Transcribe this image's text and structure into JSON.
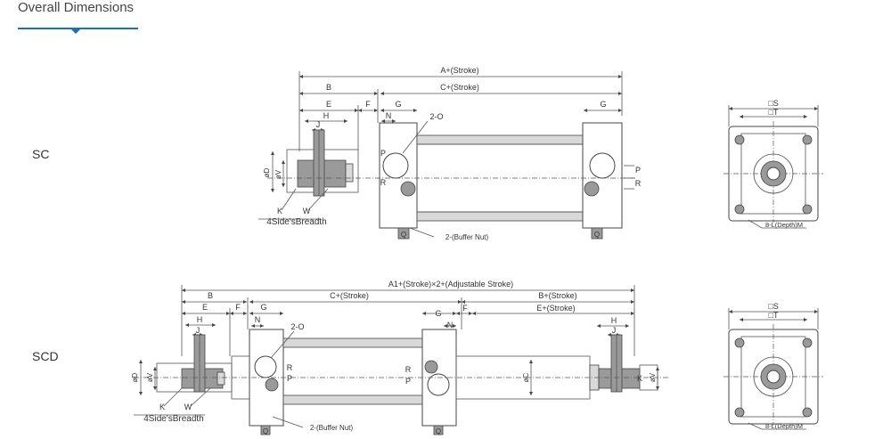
{
  "section": {
    "title": "Overall Dimensions"
  },
  "colors": {
    "accent": "#1f6fb5",
    "drawing_gray": "#9a9a9a"
  },
  "rows": [
    {
      "label": "SC"
    },
    {
      "label": "SCD"
    }
  ],
  "sc": {
    "dims": {
      "a": "A+(Stroke)",
      "b": "B",
      "c": "C+(Stroke)",
      "e": "E",
      "f": "F",
      "g1": "G",
      "g2": "G",
      "h": "H",
      "j": "J",
      "n": "N",
      "o": "2-O",
      "p1": "P",
      "r1": "R",
      "p2": "P",
      "r2": "R",
      "d": "øD",
      "v": "øV",
      "k": "K",
      "w": "W",
      "breadth": "4Side'sBreadth",
      "buffer": "2-(Buffer Nut)",
      "q1": "Q",
      "q2": "Q"
    },
    "end_view": {
      "s": "□S",
      "t": "□T",
      "l": "8-L(Depth)M"
    }
  },
  "scd": {
    "dims": {
      "a": "A1+(Stroke)×2+(Adjustable Stroke)",
      "b": "B",
      "c": "C+(Stroke)",
      "b2": "B+(Stroke)",
      "e": "E",
      "f": "F",
      "e2": "E+(Stroke)",
      "f2": "F",
      "g1": "G",
      "g2": "G",
      "n1": "N",
      "n2": "N",
      "h": "H",
      "j": "J",
      "h2": "H",
      "j2": "J",
      "o": "2-O",
      "r1": "R",
      "p1": "P",
      "r2": "R",
      "p2": "P",
      "d": "øD",
      "v": "øV",
      "k": "K",
      "w": "W",
      "k2": "K",
      "breadth": "4Side'sBreadth",
      "buffer": "2-(Buffer Nut)",
      "c_dia": "øC",
      "v2": "øV",
      "q1": "Q",
      "q2": "Q"
    },
    "end_view": {
      "s": "□S",
      "t": "□T",
      "l": "8-L(Depth)M"
    }
  }
}
